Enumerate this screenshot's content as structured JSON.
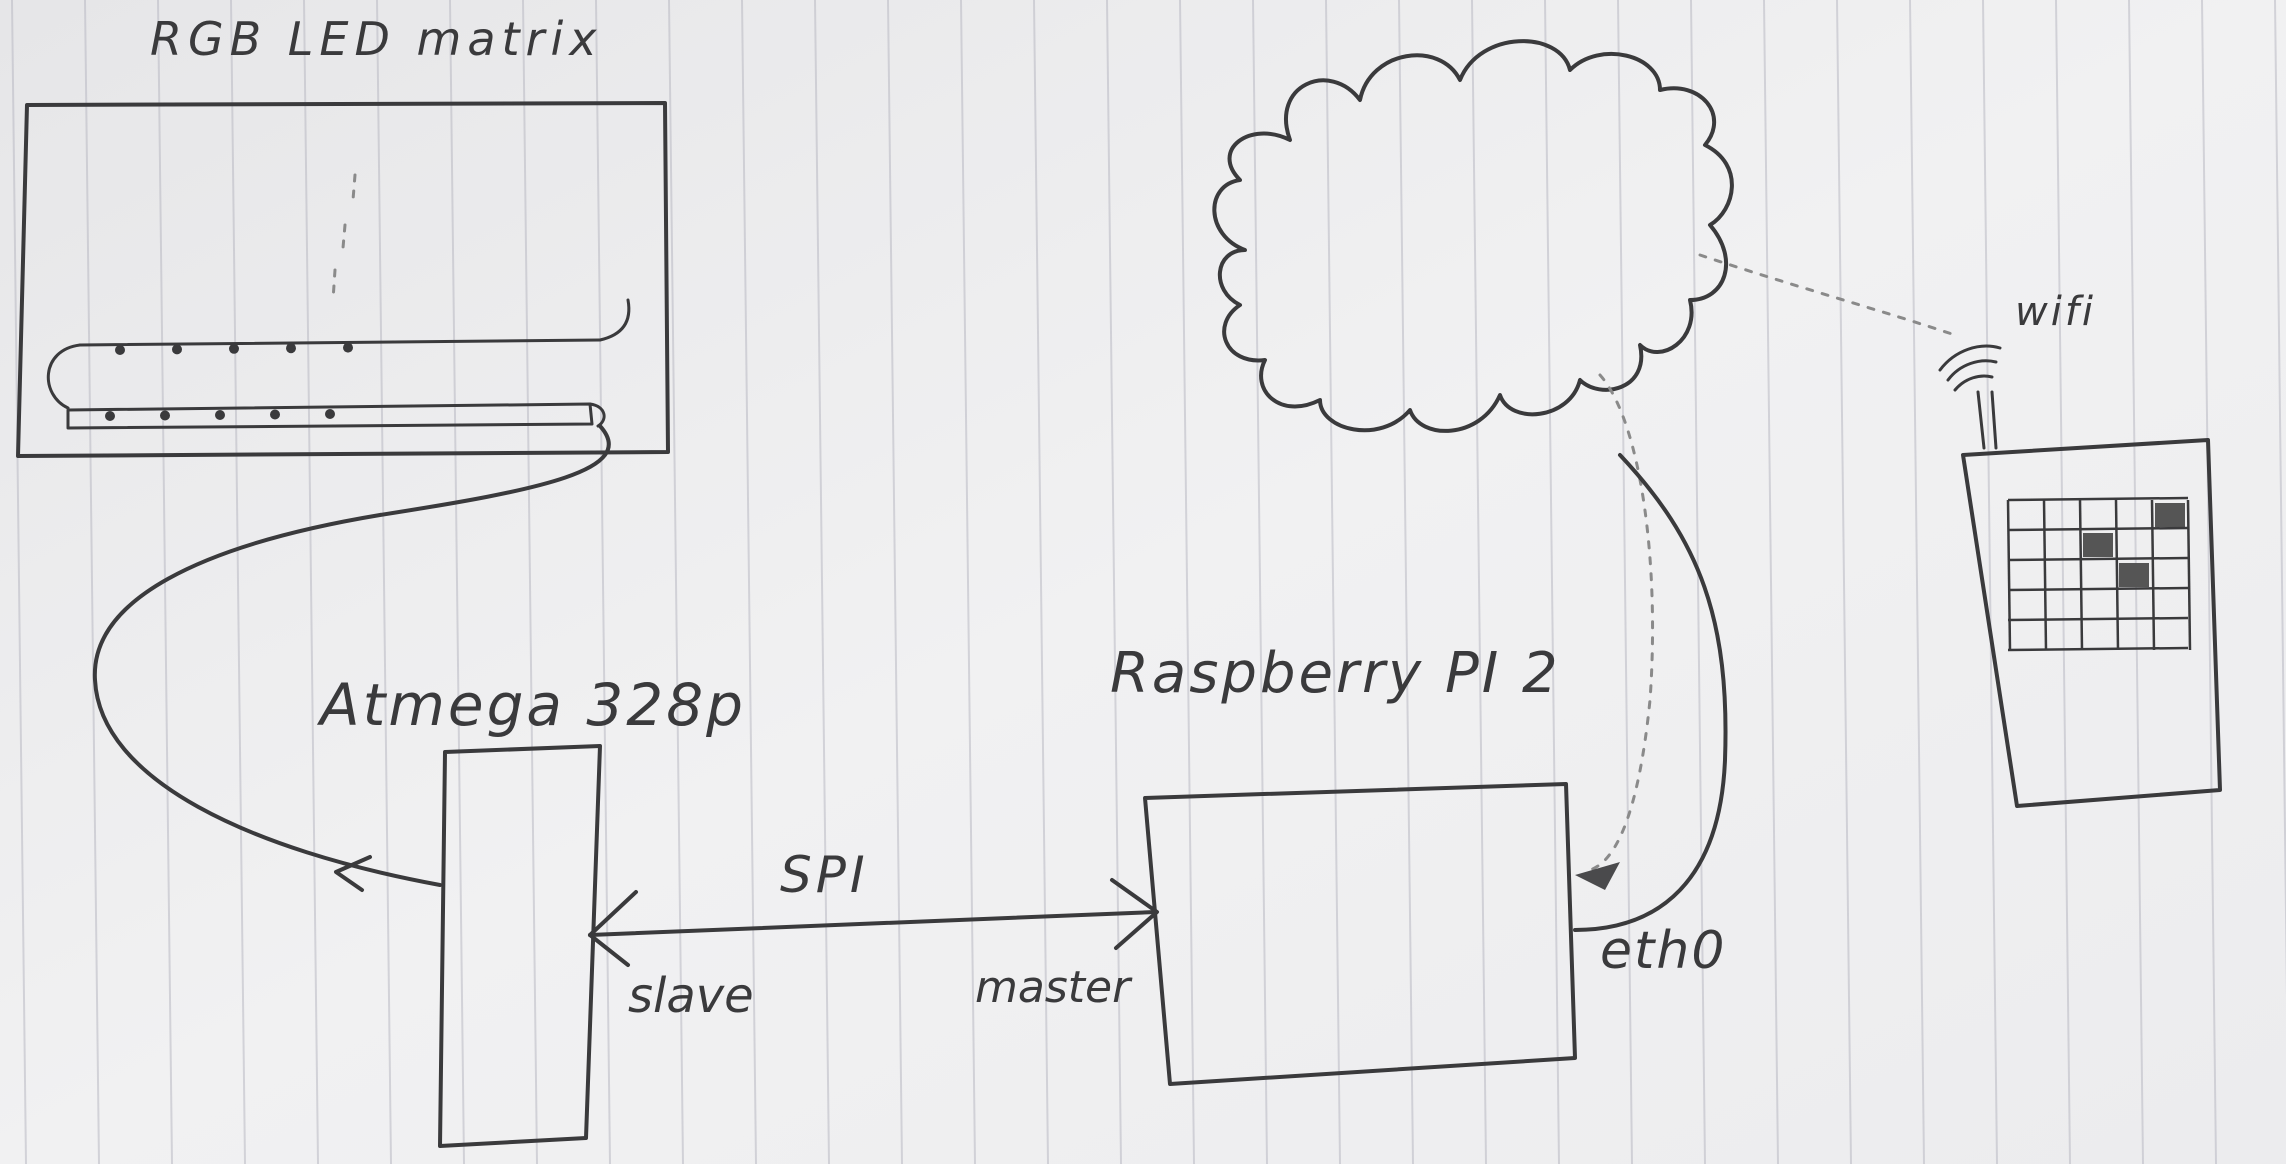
{
  "labels": {
    "matrix_title": "RGB LED matrix",
    "mcu_title": "Atmega 328p",
    "pi_title": "Raspberry PI 2",
    "bus_label": "SPI",
    "slave_label": "slave",
    "master_label": "master",
    "eth_label": "eth0",
    "wifi_label": "wifi"
  },
  "colors": {
    "paper": "#f1f1f2",
    "rule_line": "#b9b9c3",
    "ink": "#3a3a3c",
    "pencil": "#8a8a8a",
    "shade": "#555555"
  },
  "icons": {
    "cloud": "cloud-icon",
    "wifi": "wifi-signal-icon",
    "arrow": "arrowhead-icon"
  },
  "phone_grid": {
    "rows": 5,
    "cols": 5,
    "filled_cells": [
      [
        0,
        4
      ],
      [
        1,
        2
      ],
      [
        2,
        3
      ]
    ]
  },
  "led_strip": {
    "top_row_leds": 5,
    "bottom_row_leds": 5
  }
}
